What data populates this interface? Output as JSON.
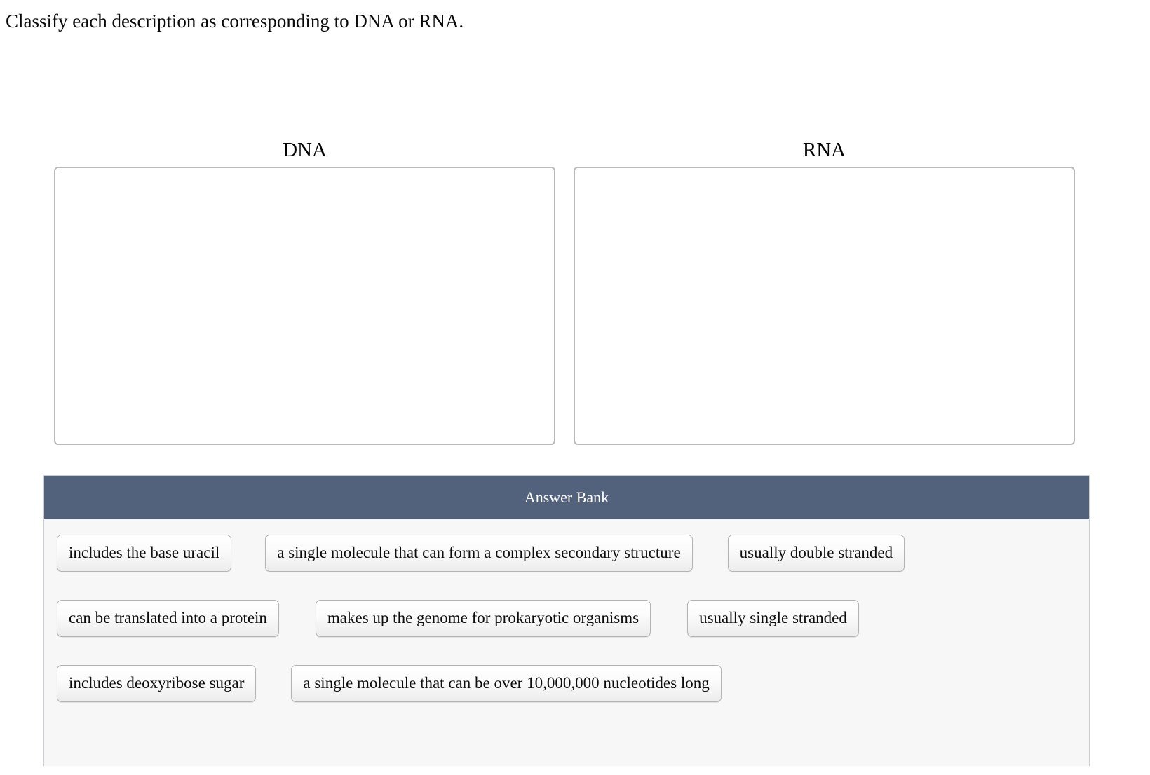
{
  "prompt": "Classify each description as corresponding to DNA or RNA.",
  "categories": [
    {
      "label": "DNA",
      "items": []
    },
    {
      "label": "RNA",
      "items": []
    }
  ],
  "answer_bank": {
    "title": "Answer Bank",
    "rows": [
      [
        "includes the base uracil",
        "a single molecule that can form a complex secondary structure",
        "usually double stranded"
      ],
      [
        "can be translated into a protein",
        "makes up the genome for prokaryotic organisms",
        "usually single stranded"
      ],
      [
        "includes deoxyribose sugar",
        "a single molecule that can be over 10,000,000 nucleotides long"
      ]
    ]
  },
  "colors": {
    "bank_header_bg": "#53627c",
    "bank_body_bg": "#f7f7f7",
    "dropzone_border": "#b9b9b9",
    "tile_border": "#b4b4b4"
  }
}
